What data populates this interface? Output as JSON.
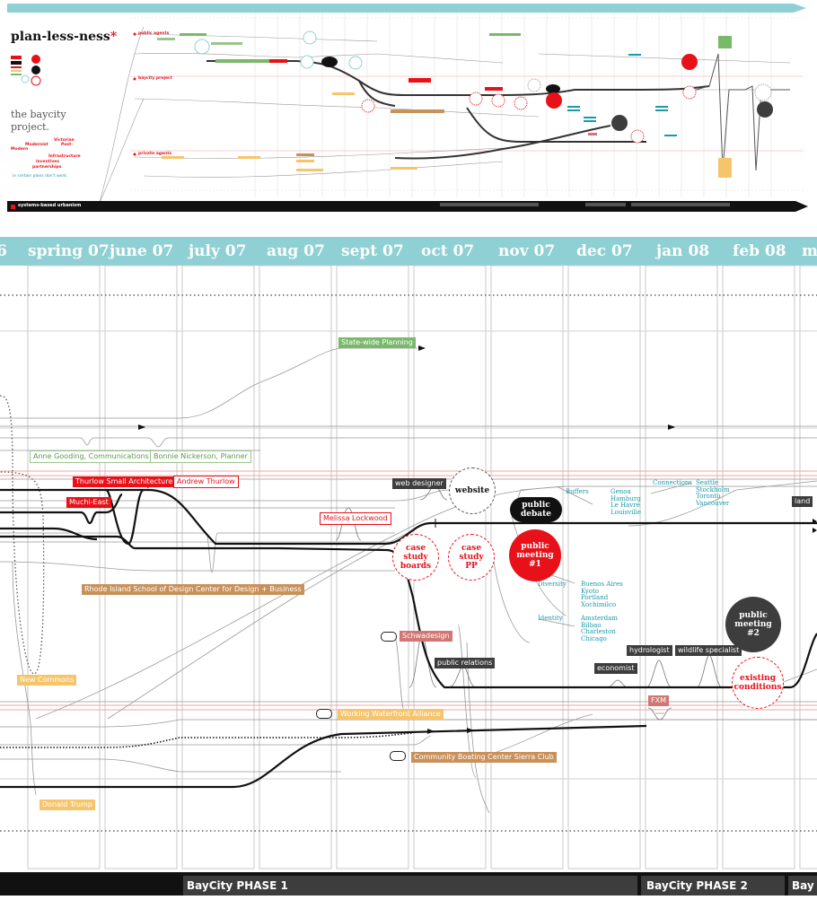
{
  "overview": {
    "title": "plan-less-ness",
    "asterisk": "*",
    "subtitle_line1": "the baycity",
    "subtitle_line2": "project.",
    "footer": "systems-based urbanism",
    "lane_public": "public agents",
    "lane_project": "baycity project",
    "lane_private": "private agents",
    "tagline": "in certain plans don't work.",
    "words": {
      "victorian": "Victorian",
      "modernist": "Modernist",
      "post": "Post-",
      "modern": "Modern",
      "infrastructure": "Infrastructure",
      "incentives": "incentives",
      "partnerships": "partnerships"
    },
    "colors": {
      "teal": "#8fd0d4",
      "red": "#e8111a",
      "dark": "#111111"
    }
  },
  "detail": {
    "months": [
      "6",
      "spring 07",
      "june 07",
      "july 07",
      "aug 07",
      "sept 07",
      "oct 07",
      "nov 07",
      "dec 07",
      "jan 08",
      "feb 08",
      "m"
    ],
    "labels": {
      "statewide": "State-wide Planning",
      "anne": "Anne  Gooding, Communications",
      "bonnie": "Bonnie Nickerson, Planner",
      "thurlow_small": "Thurlow Small Architecture",
      "andrew": "Andrew Thurlow",
      "muchi": "Muchi-East",
      "risd": "Rhode Island School of Design Center for Design + Business",
      "new_commons": "New Commons",
      "donald": "Donald Trump",
      "melissa": "Melissa Lockwood",
      "web_designer": "web designer",
      "schwadesign": "Schwadesign",
      "public_relations": "public relations",
      "working_waterfront": "Working Waterfront Alliance",
      "community_boating": "Community Boating Center Sierra Club",
      "economist": "economist",
      "hydrologist": "hydrologist",
      "wildlife": "wildlife specialist",
      "fxm": "FXM",
      "land": "land"
    },
    "circles": {
      "website": "website",
      "public_debate": "public\ndebate",
      "case_boards": "case\nstudy\nboards",
      "case_pp": "case\nstudy\nPP",
      "meeting1": "public\nmeeting\n#1",
      "meeting2": "public\nmeeting\n#2",
      "existing": "existing\nconditions"
    },
    "cities": {
      "buffers_title": "Buffers",
      "buffers": "Genoa\nHamburg\nLe Havre\nLouisville",
      "connections_title": "Connections",
      "connections": "Seattle\nStockholm\nToronto\nVancouver",
      "diversity_title": "Diversity",
      "diversity": "Buenos Aires\nKyoto\nPortland\nXochimilco",
      "identity_title": "Identity",
      "identity": "Amsterdam\nBilbao\nCharleston\nChicago"
    },
    "phases": {
      "phase1": "BayCity  PHASE 1",
      "phase2": "BayCity  PHASE 2",
      "phase3": "Bay"
    },
    "colors": {
      "header_teal": "#8fd0d4",
      "red": "#e8111a",
      "dark": "#3d3d3d",
      "tan": "#c9915a",
      "yellow": "#f6c46b",
      "pink": "#d27674",
      "green": "#7ab86a",
      "cyan": "#1a9aa8"
    }
  }
}
